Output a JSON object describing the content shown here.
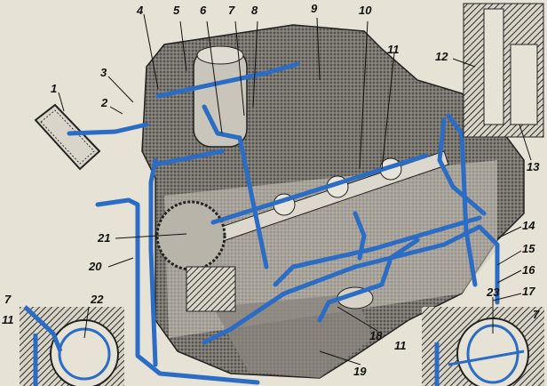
{
  "figure": {
    "colors": {
      "oil_line": "#2b6cc4",
      "block": "#5a5753",
      "block_light": "#9c9890",
      "paper": "#e6e2d6",
      "hatch": "#3a3835"
    },
    "labels": [
      {
        "id": "l1",
        "text": "1"
      },
      {
        "id": "l2",
        "text": "2"
      },
      {
        "id": "l3",
        "text": "3"
      },
      {
        "id": "l4",
        "text": "4"
      },
      {
        "id": "l5",
        "text": "5"
      },
      {
        "id": "l6",
        "text": "6"
      },
      {
        "id": "l7",
        "text": "7"
      },
      {
        "id": "l8",
        "text": "8"
      },
      {
        "id": "l9",
        "text": "9"
      },
      {
        "id": "l10",
        "text": "10"
      },
      {
        "id": "l11",
        "text": "11"
      },
      {
        "id": "l12",
        "text": "12"
      },
      {
        "id": "l13",
        "text": "13"
      },
      {
        "id": "l14",
        "text": "14"
      },
      {
        "id": "l15",
        "text": "15"
      },
      {
        "id": "l16",
        "text": "16"
      },
      {
        "id": "l17",
        "text": "17"
      },
      {
        "id": "l18",
        "text": "18"
      },
      {
        "id": "l19",
        "text": "19"
      },
      {
        "id": "l20",
        "text": "20"
      },
      {
        "id": "l21",
        "text": "21"
      },
      {
        "id": "l22",
        "text": "22"
      },
      {
        "id": "l23",
        "text": "23"
      },
      {
        "id": "l7a",
        "text": "7"
      },
      {
        "id": "l11a",
        "text": "11"
      },
      {
        "id": "l11b",
        "text": "11"
      },
      {
        "id": "l7b",
        "text": "7"
      }
    ]
  }
}
